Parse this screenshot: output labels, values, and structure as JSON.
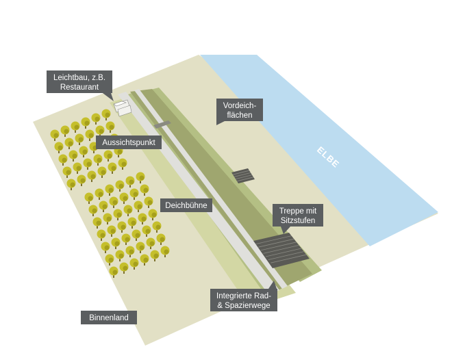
{
  "colors": {
    "background": "#ffffff",
    "land": "#e2e0c5",
    "inland_strip": "#d3d7a4",
    "dike_slope": "#b4bf84",
    "dike_top": "#9fa66f",
    "dike_path": "#e0e0dc",
    "river": "#bcdcf0",
    "tree": "#c5bf2c",
    "tree_dark": "#a59f1c",
    "stair": "#5a5a55",
    "label_bg": "#5b5e60",
    "label_text": "#ffffff"
  },
  "river_label": "ELBE",
  "labels": {
    "leichtbau": {
      "line1": "Leichtbau, z.B.",
      "line2": "Restaurant"
    },
    "vordeich": {
      "line1": "Vordeich-",
      "line2": "flächen"
    },
    "aussichtspunkt": {
      "line1": "Aussichtspunkt"
    },
    "deichbuehne": {
      "line1": "Deichbühne"
    },
    "treppe": {
      "line1": "Treppe mit",
      "line2": "Sitzstufen"
    },
    "wege": {
      "line1": "Integrierte Rad-",
      "line2": "& Spazierwege"
    },
    "binnenland": {
      "line1": "Binnenland"
    }
  },
  "icons": {
    "building": "building-icon",
    "stair": "stair-icon",
    "tree": "tree-icon"
  }
}
